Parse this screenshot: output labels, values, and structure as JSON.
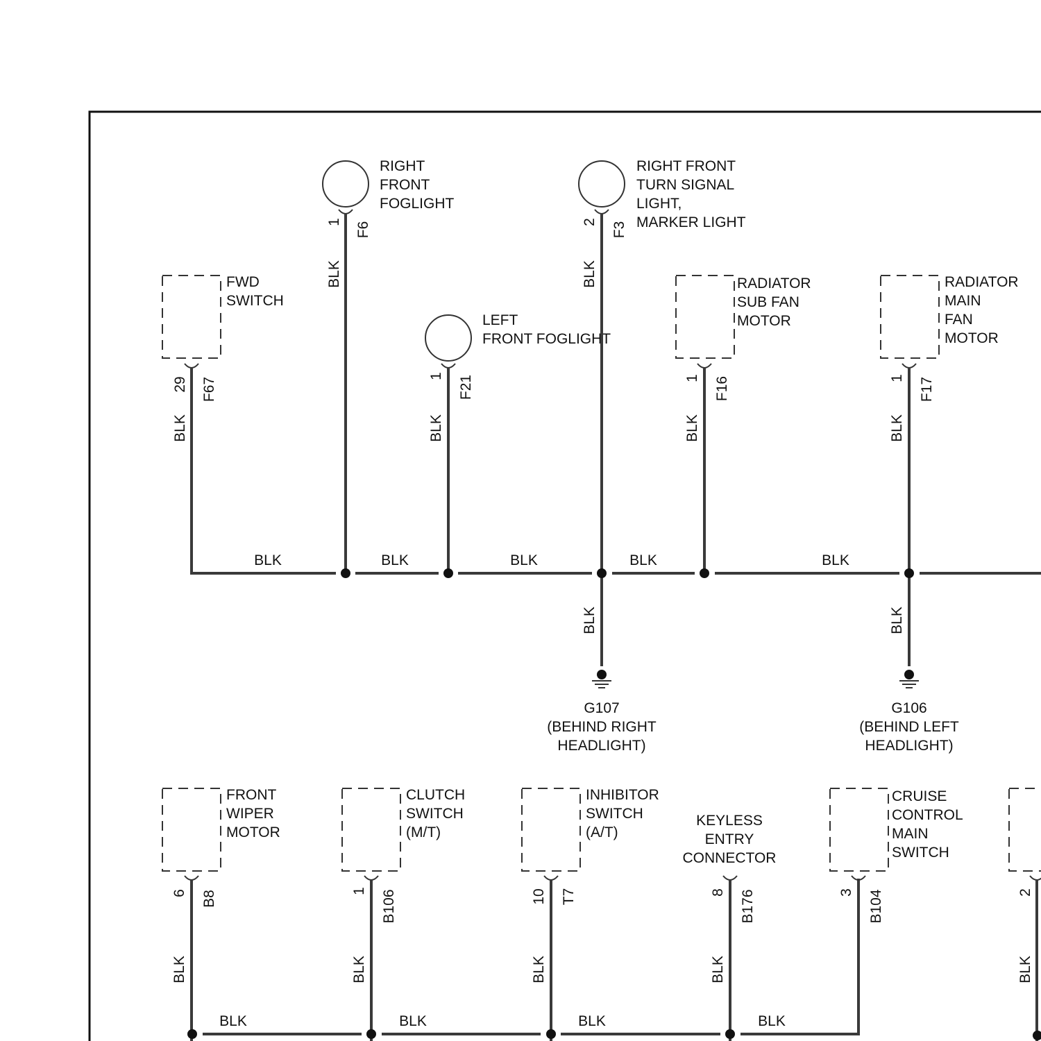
{
  "wire_color": "BLK",
  "components": [
    {
      "id": "fwd-switch",
      "label": [
        "FWD",
        "SWITCH"
      ],
      "pin": "29",
      "connector": "F67"
    },
    {
      "id": "right-front-foglight",
      "label": [
        "RIGHT",
        "FRONT",
        "FOGLIGHT"
      ],
      "pin": "1",
      "connector": "F6"
    },
    {
      "id": "left-front-foglight",
      "label": [
        "LEFT",
        "FRONT FOGLIGHT"
      ],
      "pin": "1",
      "connector": "F21"
    },
    {
      "id": "right-front-turn-signal-light",
      "label": [
        "RIGHT FRONT",
        "TURN SIGNAL",
        "LIGHT,",
        "MARKER LIGHT"
      ],
      "pin": "2",
      "connector": "F3"
    },
    {
      "id": "radiator-sub-fan-motor",
      "label": [
        "RADIATOR",
        "SUB FAN",
        "MOTOR"
      ],
      "pin": "1",
      "connector": "F16"
    },
    {
      "id": "radiator-main-fan-motor",
      "label": [
        "RADIATOR",
        "MAIN",
        "FAN",
        "MOTOR"
      ],
      "pin": "1",
      "connector": "F17"
    },
    {
      "id": "front-wiper-motor",
      "label": [
        "FRONT",
        "WIPER",
        "MOTOR"
      ],
      "pin": "6",
      "connector": "B8"
    },
    {
      "id": "clutch-switch",
      "label": [
        "CLUTCH",
        "SWITCH",
        "(M/T)"
      ],
      "pin": "1",
      "connector": "B106"
    },
    {
      "id": "inhibitor-switch",
      "label": [
        "INHIBITOR",
        "SWITCH",
        "(A/T)"
      ],
      "pin": "10",
      "connector": "T7"
    },
    {
      "id": "keyless-entry-connector",
      "label": [
        "KEYLESS",
        "ENTRY",
        "CONNECTOR"
      ],
      "pin": "8",
      "connector": "B176"
    },
    {
      "id": "cruise-control-main-switch",
      "label": [
        "CRUISE",
        "CONTROL",
        "MAIN",
        "SWITCH"
      ],
      "pin": "3",
      "connector": "B104"
    },
    {
      "id": "partial-component",
      "label": [],
      "pin": "2",
      "connector": ""
    }
  ],
  "grounds": [
    {
      "id": "g107",
      "label": [
        "G107",
        "(BEHIND RIGHT",
        "HEADLIGHT)"
      ]
    },
    {
      "id": "g106",
      "label": [
        "G106",
        "(BEHIND LEFT",
        "HEADLIGHT)"
      ]
    }
  ]
}
